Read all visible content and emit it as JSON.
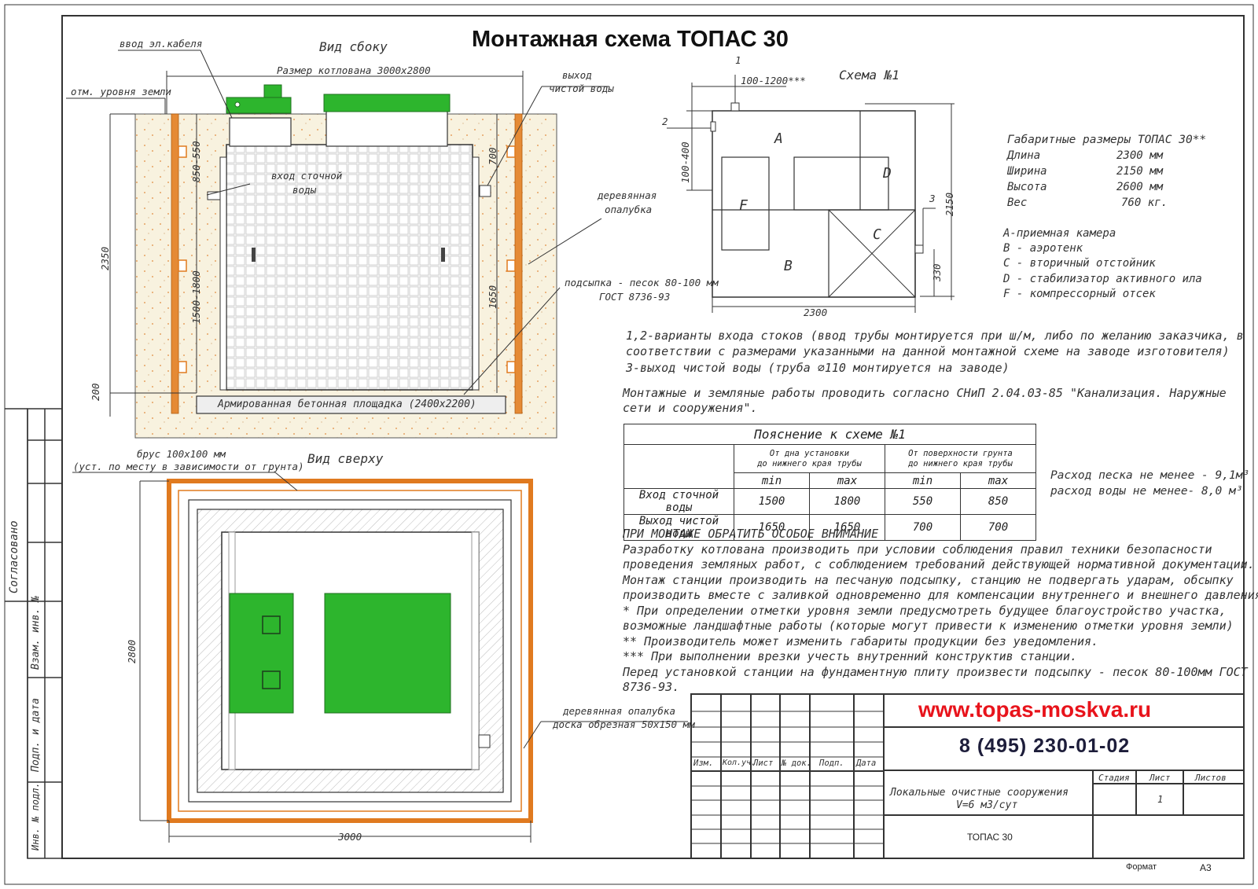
{
  "title": "Монтажная схема ТОПАС 30",
  "side_view": {
    "title": "Вид сбоку",
    "pit_size": "Размер котлована 3000x2800",
    "cable_entry": "ввод эл.кабеля",
    "ground_level": "отм. уровня земли",
    "clean_water_out_1": "выход",
    "clean_water_out_2": "чистой воды",
    "sewage_in_1": "вход сточной",
    "sewage_in_2": "воды",
    "formwork_1": "деревянная",
    "formwork_2": "опалубка",
    "sand_1": "подсыпка - песок 80-100 мм",
    "sand_2": "ГОСТ 8736-93",
    "concrete": "Армированная бетонная площадка (2400x2200)",
    "dims": {
      "d850": "850-550",
      "d2350": "2350",
      "d1500": "1500-1800",
      "d200": "200",
      "d700": "700",
      "d1650": "1650"
    }
  },
  "top_view": {
    "title": "Вид сверху",
    "beam_1": "брус 100x100 мм",
    "beam_2": "(уст. по месту в зависимости от грунта)",
    "formwork_1": "деревянная опалубка",
    "formwork_2": "доска обрезная 50x150 мм",
    "dim_2800": "2800",
    "dim_3000": "3000"
  },
  "scheme": {
    "title": "Схема №1",
    "n1": "1",
    "n2": "2",
    "n3": "3",
    "d100_1200": "100-1200***",
    "d100_400": "100-400",
    "d2150": "2150",
    "d330": "330",
    "d2300": "2300",
    "A": "A",
    "B": "B",
    "C": "C",
    "D": "D",
    "F": "F"
  },
  "dimensions": {
    "header": "Габаритные размеры ТОПАС 30**",
    "rows": [
      {
        "k": "Длина",
        "v": "2300 мм"
      },
      {
        "k": "Ширина",
        "v": "2150 мм"
      },
      {
        "k": "Высота",
        "v": "2600 мм"
      },
      {
        "k": "Вес",
        "v": "760 кг."
      }
    ]
  },
  "legend": [
    "A-приемная  камера",
    "B - аэротенк",
    "C - вторичный отстойник",
    "D - стабилизатор активного  ила",
    "F  - компрессорный отсек"
  ],
  "notes": {
    "l1": "1,2-варианты входа  стоков (ввод трубы монтируется при ш/м, либо по желанию заказчика, в",
    "l2": "соответствии с размерами указанными на данной монтажной схеме на заводе изготовителя)",
    "l3": "3-выход чистой воды (труба ∅110 монтируется на заводе)",
    "l4": "Монтажные и земляные работы проводить согласно СНиП 2.04.03-85 \"Канализация. Наружные",
    "l5": "сети и сооружения\"."
  },
  "table": {
    "title": "Пояснение к схеме №1",
    "group1_1": "От дна установки",
    "group1_2": "до нижнего края трубы",
    "group2_1": "От поверхности грунта",
    "group2_2": "до нижнего края трубы",
    "min": "min",
    "max": "max",
    "rows": [
      {
        "label": "Вход сточной воды",
        "v": [
          "1500",
          "1800",
          "550",
          "850"
        ]
      },
      {
        "label": "Выход чистой воды",
        "v": [
          "1650",
          "1650",
          "700",
          "700"
        ]
      }
    ]
  },
  "consumption": {
    "sand": "Расход песка не менее - 9,1м³",
    "water": "расход воды не менее- 8,0 м³"
  },
  "attention": {
    "header": "ПРИ МОНТАЖЕ ОБРАТИТЬ ОСОБОЕ ВНИМАНИЕ",
    "lines": [
      "      Разработку котлована производить при условии соблюдения правил техники безопасности",
      "   проведения земляных работ, с соблюдением требований действующей нормативной документации.",
      "Монтаж станции производить на песчаную подсыпку, станцию не подвергать ударам, обсыпку",
      "производить вместе с заливкой одновременно для компенсации внутреннего и внешнего давления.",
      "   * При определении отметки уровня земли предусмотреть будущее благоустройство участка,",
      "возможные ландшафтные работы (которые могут привести к изменению отметки уровня земли)",
      "** Производитель может изменить габариты продукции без уведомления.",
      "*** При выполнении врезки учесть внутренний конструктив станции.",
      "Перед установкой станции на фундаментную плиту произвести подсыпку - песок 80-100мм ГОСТ",
      "8736-93."
    ]
  },
  "stamp": {
    "url": "www.topas-moskva.ru",
    "phone": "8 (495) 230-01-02",
    "cols": [
      "Изм.",
      "Кол.уч.",
      "Лист",
      "№ док.",
      "Подп.",
      "Дата"
    ],
    "stage": "Стадия",
    "sheet": "Лист",
    "sheets": "Листов",
    "sheet_no": "1",
    "desc_1": "Локальные очистные сооружения",
    "desc_2": "V=6 м3/сут",
    "product": "ТОПАС 30",
    "format": "Формат",
    "format_value": "А3"
  },
  "side_stamp": [
    "Согласовано",
    "Взам. инв. №",
    "Подп. и дата",
    "Инв. № подл."
  ],
  "colors": {
    "green": "#2db52d",
    "green_dark": "#1f8a1f",
    "wood": "#e07a1f",
    "sand": "#f6f0dc",
    "frame": "#333333"
  }
}
